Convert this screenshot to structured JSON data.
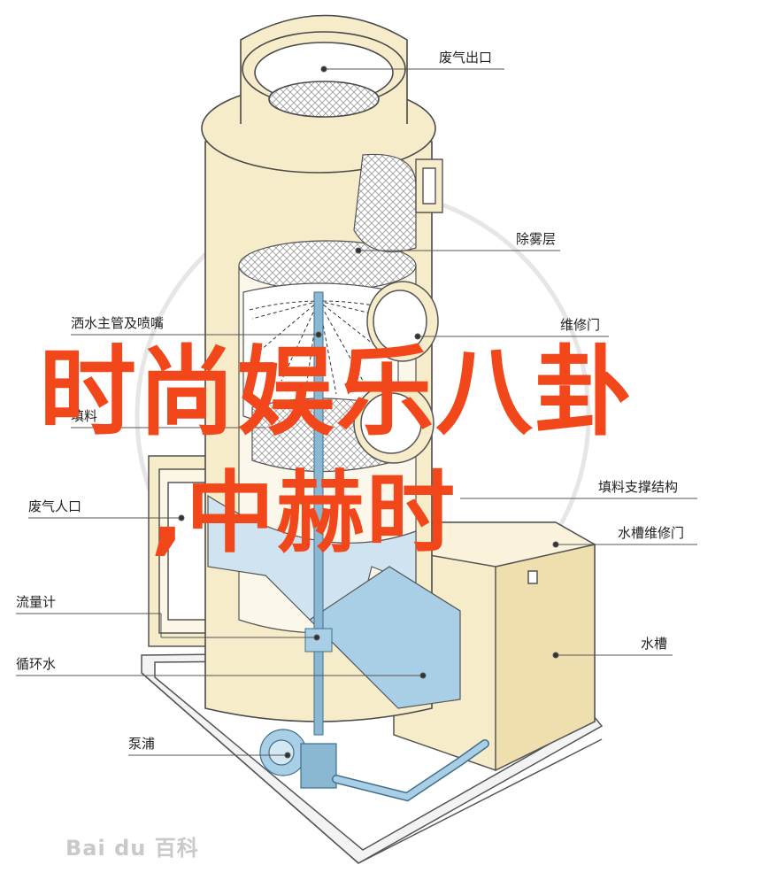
{
  "diagram": {
    "labels": {
      "exhaust_outlet": "废气出口",
      "demister": "除雾层",
      "spray_pipe": "洒水主管及喷嘴",
      "maintenance_door": "维修门",
      "packing": "填料",
      "packing_support": "填料支撑结构",
      "exhaust_inlet": "废气人口",
      "tank_door": "水槽维修门",
      "flow_meter": "流量计",
      "water_tank": "水槽",
      "circulating_water": "循环水",
      "pump": "泵浦"
    },
    "overlay": {
      "line1": "时尚娱乐八卦",
      "line2": ",中赫时"
    },
    "watermark": "Bai du 百科",
    "colors": {
      "tower": "#f7ecc9",
      "tower_stroke": "#4a4a4a",
      "water": "#a9cfe6",
      "pipe": "#6fa8c8",
      "overlay": "#f2471a"
    }
  }
}
